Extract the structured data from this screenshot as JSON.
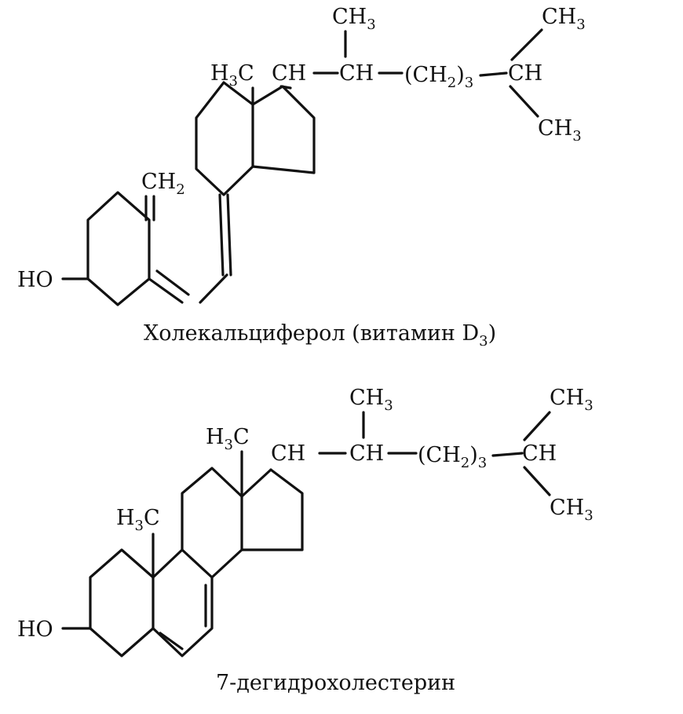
{
  "structures": [
    {
      "caption": {
        "main": "Холекальциферол  (витамин D",
        "sub": "3",
        "tail": ")"
      },
      "labels": {
        "ch3_top": {
          "main": "CH",
          "sub": "3"
        },
        "ch3_right_top": {
          "main": "CH",
          "sub": "3"
        },
        "h3c_angular": {
          "pre": "H",
          "sub": "3",
          "post": "C"
        },
        "ch_c20": "CH",
        "ch_c21": "CH",
        "ch2_chain": {
          "open": "(CH",
          "sub": "2",
          "close": ")",
          "count": "3"
        },
        "ch_c25": "CH",
        "ch3_right_bottom": {
          "main": "CH",
          "sub": "3"
        },
        "ch2_exo": {
          "main": "CH",
          "sub": "2"
        },
        "ho": "HO"
      }
    },
    {
      "caption": {
        "main": "7-дегидрохолестерин"
      },
      "labels": {
        "ch3_top": {
          "main": "CH",
          "sub": "3"
        },
        "ch3_right_top": {
          "main": "CH",
          "sub": "3"
        },
        "h3c_c13": {
          "pre": "H",
          "sub": "3",
          "post": "C"
        },
        "ch_c20": "CH",
        "ch_c21": "CH",
        "ch2_chain": {
          "open": "(CH",
          "sub": "2",
          "close": ")",
          "count": "3"
        },
        "ch_c25": "CH",
        "ch3_right_bottom": {
          "main": "CH",
          "sub": "3"
        },
        "h3c_c10": {
          "pre": "H",
          "sub": "3",
          "post": "C"
        },
        "ho": "HO"
      }
    }
  ]
}
